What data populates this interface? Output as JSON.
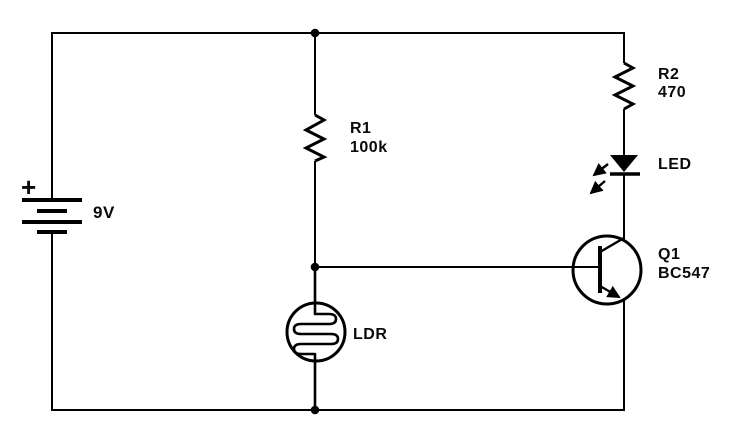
{
  "diagram": {
    "kind": "circuit-schematic",
    "background_color": "#ffffff",
    "line_color": "#000000",
    "battery": {
      "voltage": "9V",
      "polarity": "+"
    },
    "r1": {
      "designator": "R1",
      "value": "100k"
    },
    "r2": {
      "designator": "R2",
      "value": "470"
    },
    "led": {
      "label": "LED"
    },
    "q1": {
      "designator": "Q1",
      "part": "BC547"
    },
    "ldr": {
      "label": "LDR"
    }
  }
}
